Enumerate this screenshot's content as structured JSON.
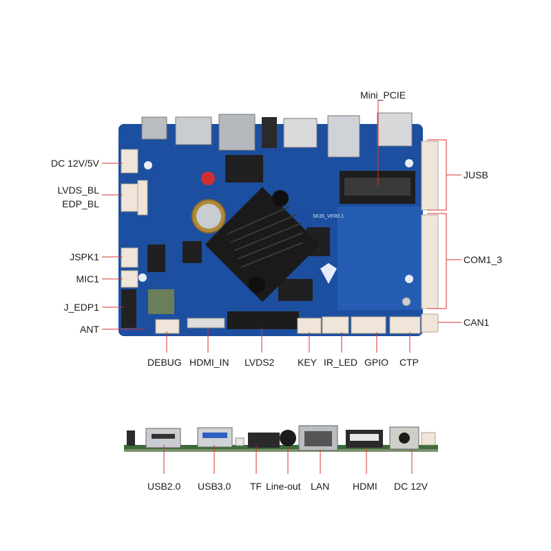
{
  "board": {
    "pcb_silkscreen": "SK35_VER0.1",
    "heatsink": "heatsink",
    "colors": {
      "pcb": "#1d4fa0",
      "pcb_dark": "#16407f",
      "label_line": "#d9302c",
      "connector": "#efe6d9",
      "metal": "#c9ccd0",
      "text": "#1a1a1a"
    }
  },
  "callouts": {
    "mini_pcie": "Mini_PCIE",
    "dc_12v_5v": "DC 12V/5V",
    "lvds_bl": "LVDS_BL",
    "edp_bl": "EDP_BL",
    "jspk1": "JSPK1",
    "mic1": "MIC1",
    "j_edp1": "J_EDP1",
    "ant": "ANT",
    "jusb": "JUSB",
    "com1_3": "COM1_3",
    "can1": "CAN1",
    "debug": "DEBUG",
    "hdmi_in": "HDMI_IN",
    "lvds2": "LVDS2",
    "key": "KEY",
    "ir_led": "IR_LED",
    "gpio": "GPIO",
    "ctp": "CTP"
  },
  "side_view": {
    "usb2": "USB2.0",
    "usb3": "USB3.0",
    "tf": "TF",
    "line_out": "Line-out",
    "lan": "LAN",
    "hdmi": "HDMI",
    "dc12v": "DC 12V"
  }
}
